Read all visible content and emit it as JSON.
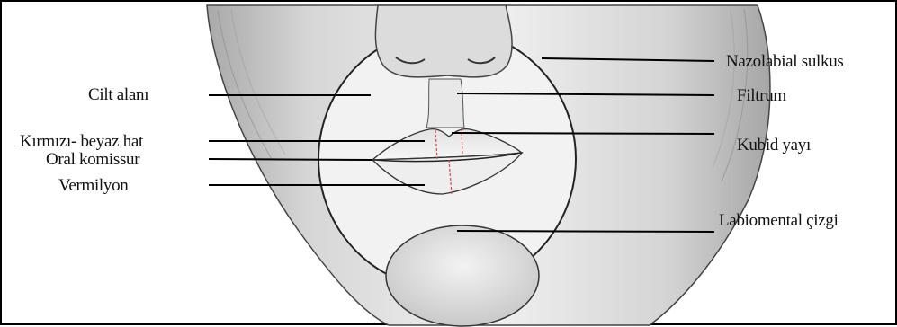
{
  "diagram": {
    "labels": {
      "nazolabial": "Nazolabial sulkus",
      "filtrum": "Filtrum",
      "cilt": "Cilt alanı",
      "kirmizi": "Kırmızı- beyaz hat",
      "kubid": "Kubid yayı",
      "oral": "Oral komissur",
      "vermilyon": "Vermilyon",
      "labiomental": "Labiomental çizgi"
    },
    "colors": {
      "line": "#000000",
      "skin_shade": "#bdbdbd",
      "skin_light": "#e9e9e9",
      "guide_red": "#e0454a"
    }
  }
}
